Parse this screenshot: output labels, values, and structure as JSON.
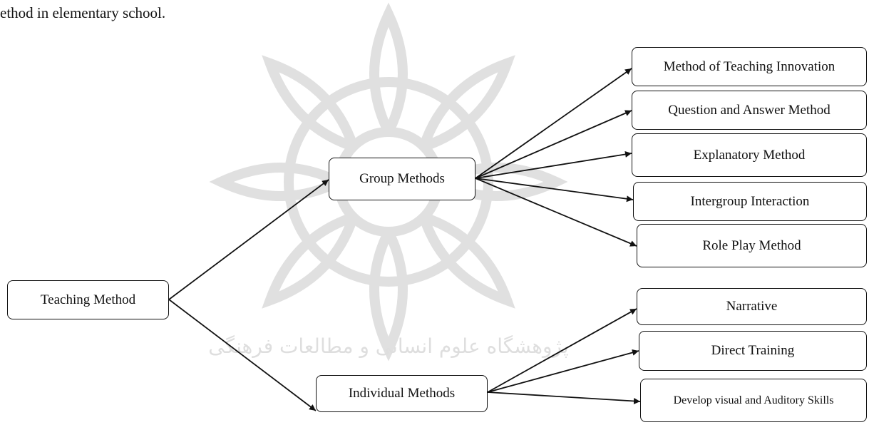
{
  "caption": "ethod in elementary school.",
  "root": {
    "label": "Teaching Method"
  },
  "branches": [
    {
      "label": "Group Methods",
      "children": [
        "Method of Teaching Innovation",
        "Question and Answer Method",
        "Explanatory Method",
        "Intergroup Interaction",
        "Role Play Method"
      ]
    },
    {
      "label": "Individual Methods",
      "children": [
        "Narrative",
        "Direct Training",
        "Develop visual and Auditory Skills"
      ]
    }
  ],
  "watermark_text": "پژوهشگاه علوم انسانی و مطالعات فرهنگی"
}
